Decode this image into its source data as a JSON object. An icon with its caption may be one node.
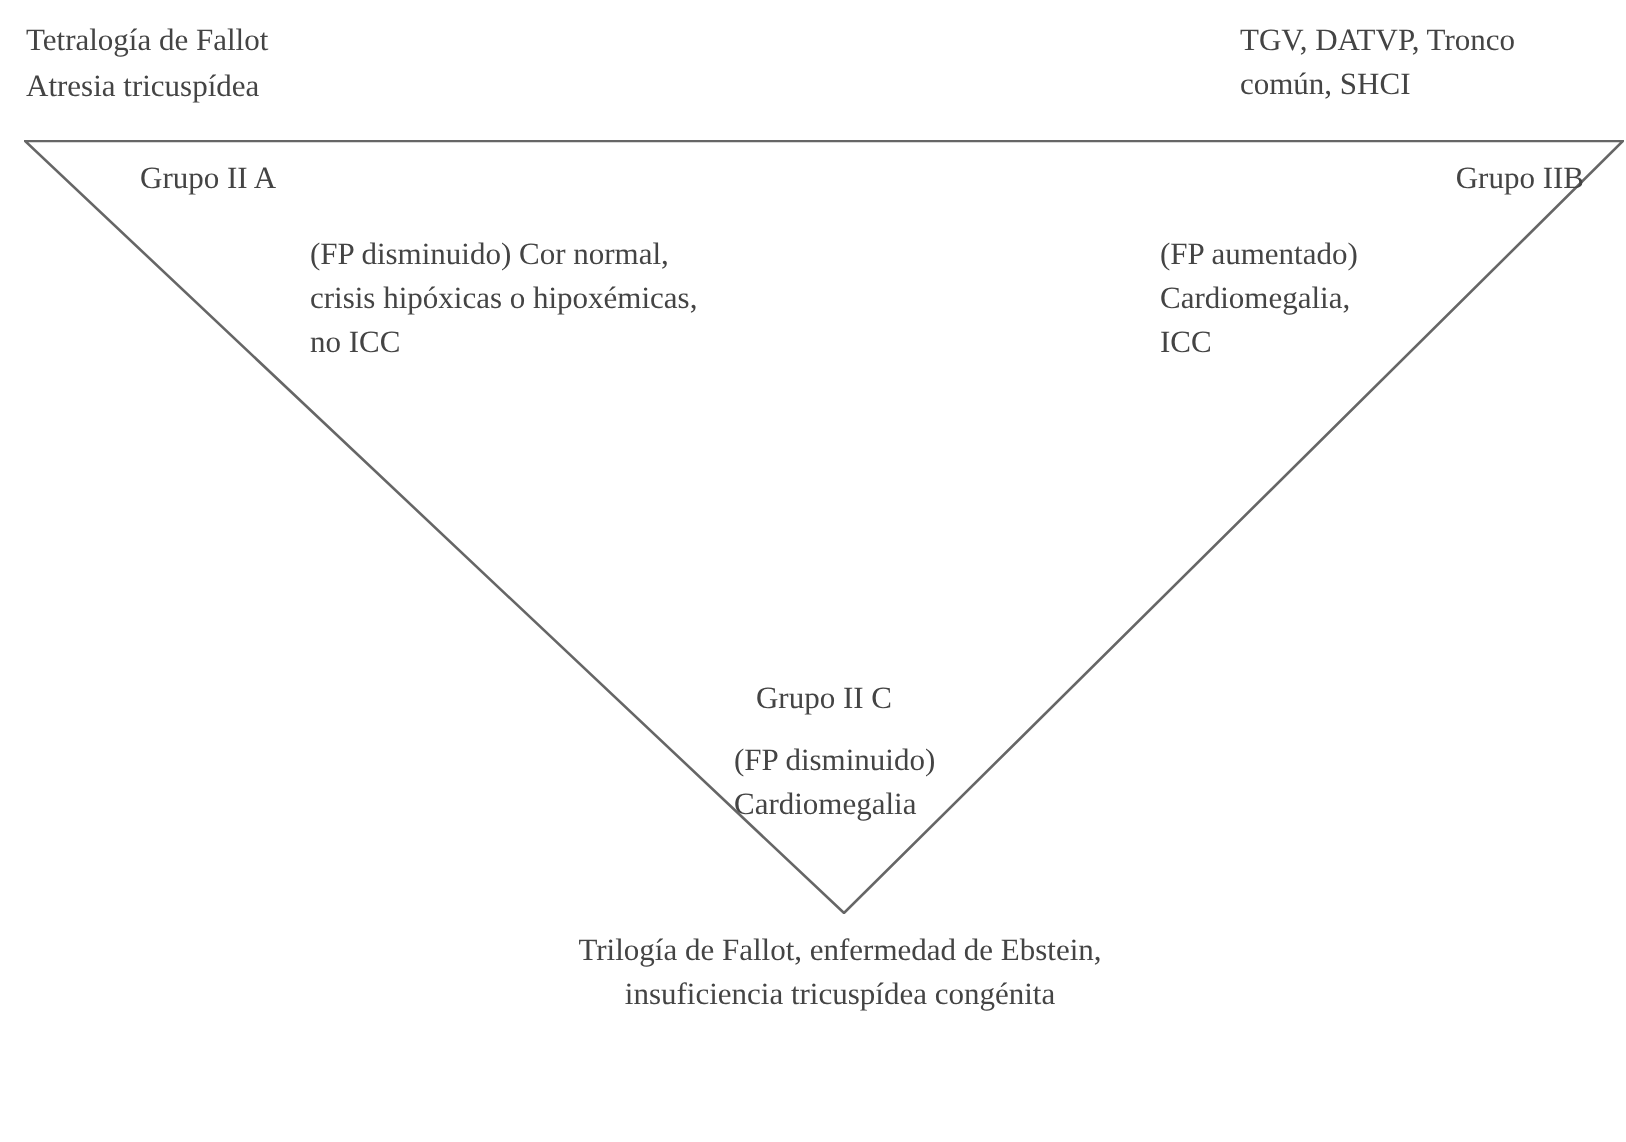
{
  "diagram": {
    "nodes": [
      {
        "text": [
          "Grupo II A",
          "(FP disminuido) Cor normal, crisis hipóxicas o hipoxémicas, no ICC",
          "Grupo IIB",
          "(FP aumentado) Cardiomegalia, ICC",
          "Grupo II C",
          "(FP disminuido) Cardiomegalia"
        ]
      }
    ],
    "edges": [],
    "labels": [
      "Tetralogía de Fallot",
      "Atresia tricuspídea",
      "TGV, DATVP, Tronco común, SHCI",
      "Trilogía de Fallot, enfermedad de Ebstein, insuficiencia tricuspídea congénita"
    ]
  }
}
